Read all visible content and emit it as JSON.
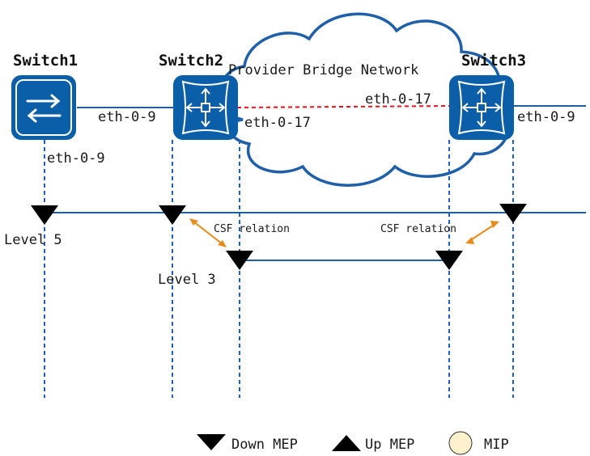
{
  "colors": {
    "switch_fill": "#0b5ea8",
    "switch_dark": "#08457d",
    "link_line": "#1f5f9e",
    "dashed_blue": "#1f5fbf",
    "dashed_red": "#e0141e",
    "cloud_stroke": "#1f5fa8",
    "csf_arrow": "#e88a1a",
    "mip_fill": "#fdf0cc",
    "mep_fill": "#000000"
  },
  "switches": [
    {
      "name": "Switch1",
      "type": "l2-switch",
      "icon": "switch-arrows-icon"
    },
    {
      "name": "Switch2",
      "type": "router",
      "icon": "router-icon"
    },
    {
      "name": "Switch3",
      "type": "router",
      "icon": "router-icon"
    }
  ],
  "network_label": "Provider Bridge Network",
  "ports": {
    "sw1_right": "eth-0-9",
    "sw1_bottom": "eth-0-9",
    "sw2_right": "eth-0-17",
    "sw3_left": "eth-0-17",
    "sw3_right": "eth-0-9"
  },
  "levels": {
    "outer": "Level 5",
    "inner": "Level 3"
  },
  "csf": {
    "left": "CSF relation",
    "right": "CSF relation"
  },
  "legend": {
    "down_mep": "Down MEP",
    "up_mep": "Up MEP",
    "mip": "MIP"
  }
}
